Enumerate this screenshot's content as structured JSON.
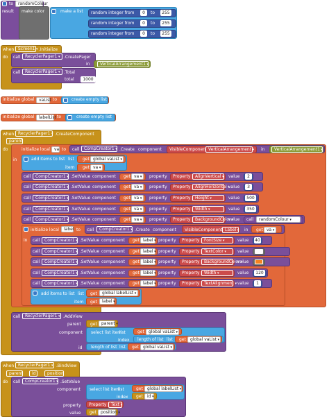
{
  "ui": {
    "kw_to": "to",
    "kw_result": "result",
    "kw_when": "when",
    "kw_do": "do",
    "kw_call": "call",
    "kw_in": "in",
    "kw_total": "total",
    "kw_initialize": "initialize",
    "kw_initialize_global": "initialize global",
    "kw_initialize_local": "initialize local",
    "kw_component": "component",
    "kw_property": "property",
    "kw_value": "value",
    "kw_get": "get",
    "kw_parent": "parent",
    "kw_list": "list",
    "kw_item": "item",
    "kw_index": "index",
    "kw_id": "id",
    "kw_position": "position",
    "make_color": "make color",
    "make_a_list": "make a list",
    "random_integer_from": "random integer from",
    "create_empty_list": "create empty list",
    "add_items_to_list": "add items to list",
    "select_list_item": "select list item",
    "length_of_list": "length of list",
    "create": ".Create",
    "setvalue": ".SetValue",
    "addview": ".AddView",
    "createpager": ".CreatePager",
    "total_prop": ".Total",
    "create_component": ".CreateComponent",
    "bind_view": ".BindView",
    "init_evt": ".Initialize",
    "visible_component": "VisibleComponent",
    "property": "Property"
  },
  "proc": {
    "name": "randomColour",
    "rand_min": "0",
    "rand_max": "255"
  },
  "screen_init": {
    "screen": "Screen1",
    "pager": "RecyclerPager1",
    "arrangement": "VerticalArrangement1",
    "total_value": "1000"
  },
  "globals": {
    "va": "vaList",
    "label": "labelList"
  },
  "create_component": {
    "pager": "RecyclerPager1",
    "event_param": "parent",
    "comp_creator": "CompCreator1",
    "local_va": "va",
    "arrangement_type": "VerticalArrangement",
    "arrangement_in": "VerticalArrangement1",
    "global_va": "global vaList",
    "va_get": "va",
    "va_props": [
      {
        "prop": "AlignVertical",
        "value": "2"
      },
      {
        "prop": "AlignHorizontal",
        "value": "3"
      },
      {
        "prop": "Height",
        "value": "500"
      },
      {
        "prop": "Width",
        "value": "350"
      },
      {
        "prop": "BackgroundColor",
        "value": "randomColour"
      }
    ],
    "local_label": "label",
    "label_type": "Label",
    "label_props": [
      {
        "prop": "FontSize",
        "value": "40"
      },
      {
        "prop": "TextColor",
        "value": "",
        "color": "#ffffff"
      },
      {
        "prop": "BackgroundColor",
        "value": "",
        "color": "#f58220"
      },
      {
        "prop": "Width",
        "value": "120"
      },
      {
        "prop": "TextAlignment",
        "value": "1"
      }
    ],
    "global_label": "global labelList",
    "label_get": "label",
    "addview_parent": "parent"
  },
  "bind_view": {
    "pager": "RecyclerPager1",
    "params": [
      "parent",
      "id",
      "position"
    ],
    "global_label": "global labelList",
    "id": "id",
    "text_prop": "Text",
    "position": "position"
  }
}
